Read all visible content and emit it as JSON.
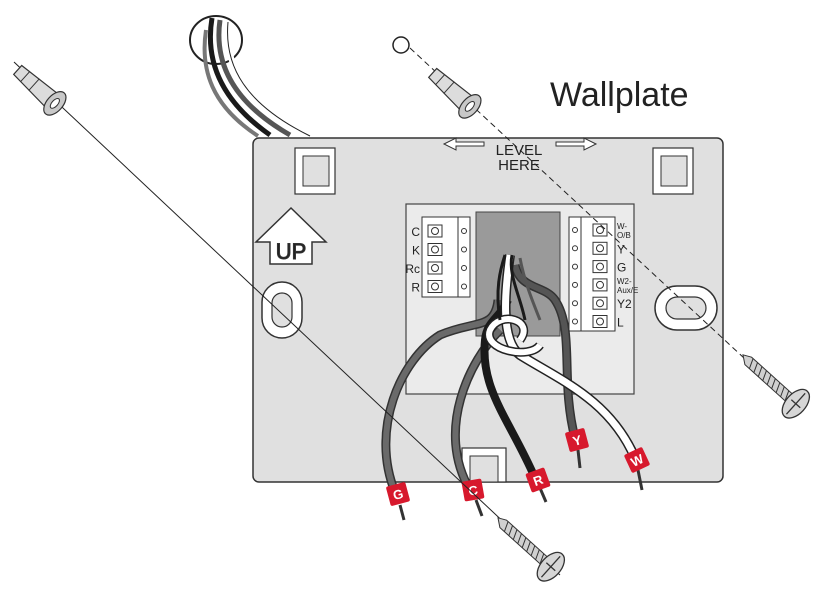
{
  "title": "Wallplate",
  "level_label_line1": "LEVEL",
  "level_label_line2": "HERE",
  "up_label": "UP",
  "left_terminals": [
    "C",
    "K",
    "Rc",
    "R"
  ],
  "right_terminals": [
    {
      "line1": "W-",
      "line2": "O/B"
    },
    {
      "line1": "Y",
      "line2": ""
    },
    {
      "line1": "G",
      "line2": ""
    },
    {
      "line1": "W2-",
      "line2": "Aux/E"
    },
    {
      "line1": "Y2",
      "line2": ""
    },
    {
      "line1": "L",
      "line2": ""
    }
  ],
  "wire_tags": [
    "G",
    "C",
    "R",
    "Y",
    "W"
  ],
  "colors": {
    "plate": "#e0e0e0",
    "outline": "#333333",
    "tag": "#d7192d",
    "wire_black": "#1a1a1a",
    "wire_gray": "#666666",
    "wire_white": "#ffffff"
  }
}
